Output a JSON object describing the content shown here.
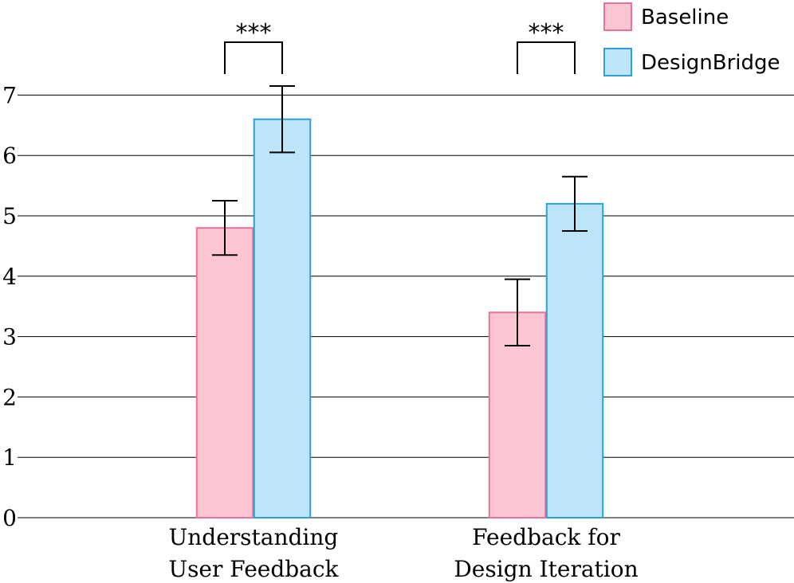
{
  "chart_data": {
    "type": "bar",
    "categories": [
      [
        "Understanding",
        "User Feedback"
      ],
      [
        "Feedback for",
        "Design Iteration"
      ]
    ],
    "series": [
      {
        "name": "Baseline",
        "values": [
          4.8,
          3.4
        ],
        "error": [
          0.45,
          0.55
        ],
        "fill": "#fdc5d2",
        "stroke": "#ea7395"
      },
      {
        "name": "DesignBridge",
        "values": [
          6.6,
          5.2
        ],
        "error": [
          0.55,
          0.45
        ],
        "fill": "#bce5fa",
        "stroke": "#2f9fd8"
      }
    ],
    "ylim": [
      0,
      7
    ],
    "yticks": [
      "0",
      "1",
      "2",
      "3",
      "4",
      "5",
      "6",
      "7"
    ],
    "grid": true,
    "legend_position": "top-right",
    "significance": [
      "***",
      "***"
    ]
  }
}
